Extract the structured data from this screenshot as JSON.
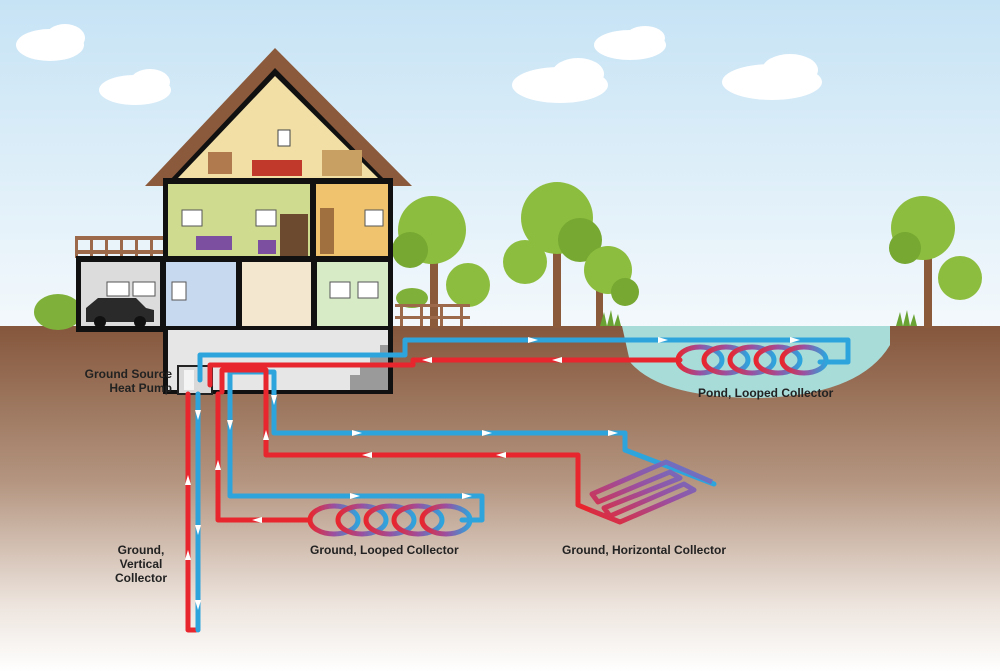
{
  "labels": {
    "heat_pump": [
      "Ground Source",
      "Heat Pump"
    ],
    "pond": "Pond, Looped Collector",
    "ground_looped": "Ground, Looped Collector",
    "ground_horizontal": "Ground, Horizontal Collector",
    "ground_vertical": [
      "Ground,",
      "Vertical",
      "Collector"
    ]
  },
  "colors": {
    "sky_top": "#cfe7f6",
    "ground": "#8a5e43",
    "pond": "#a8dcd9",
    "hot_pipe": "#e8262e",
    "cold_pipe": "#2ea4dd",
    "roof": "#8b5a3c",
    "tree_canopy": "#8dbd3e",
    "trunk": "#8a5a3a"
  }
}
